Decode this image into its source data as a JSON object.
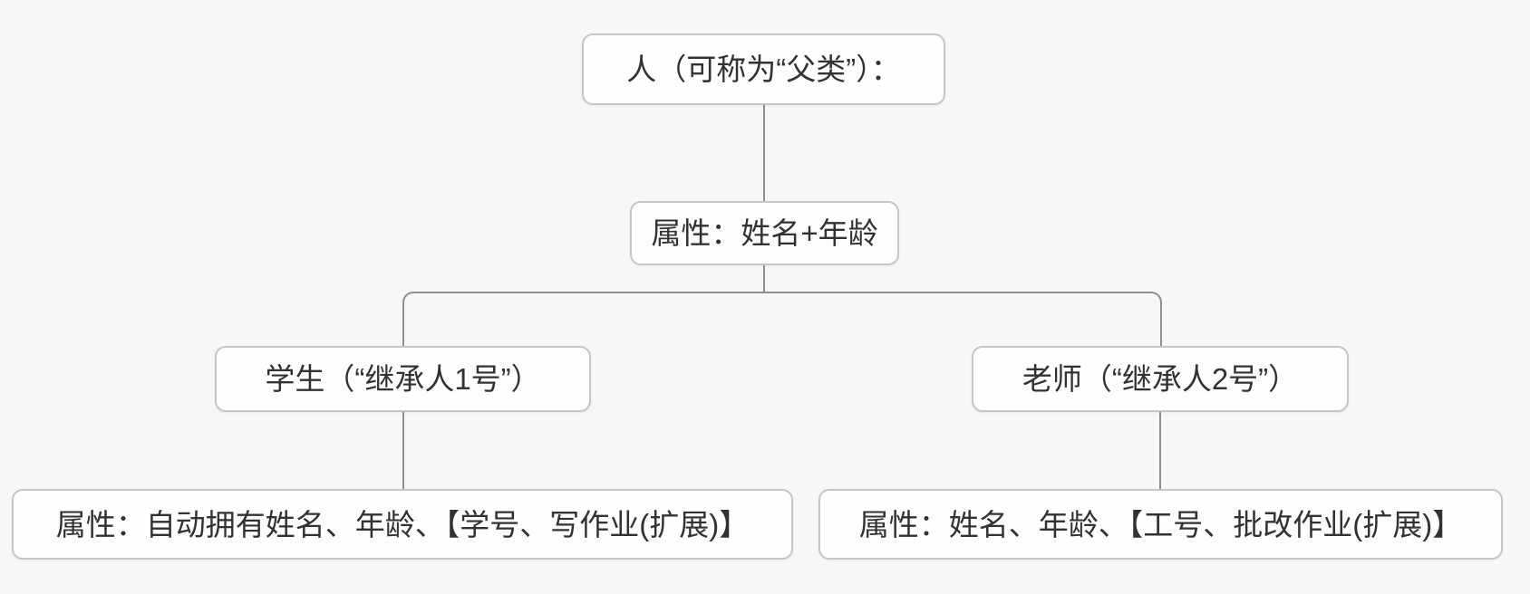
{
  "colors": {
    "canvas_bg": "#f7f7f7",
    "node_bg": "#fefefe",
    "node_border": "#c6c6c6",
    "connector": "#8f8f8f",
    "text": "#323232"
  },
  "diagram": {
    "type": "tree",
    "nodes": {
      "root": {
        "label": "人（可称为“父类”）："
      },
      "root_attrs": {
        "label": "属性：姓名+年龄"
      },
      "student": {
        "label": "学生（“继承人1号”）"
      },
      "teacher": {
        "label": "老师（“继承人2号”）"
      },
      "student_attrs": {
        "label": "属性：自动拥有姓名、年龄、【学号、写作业(扩展)】"
      },
      "teacher_attrs": {
        "label": "属性：姓名、年龄、【工号、批改作业(扩展)】"
      }
    },
    "edges": [
      {
        "from": "root",
        "to": "root_attrs"
      },
      {
        "from": "root_attrs",
        "to": "student"
      },
      {
        "from": "root_attrs",
        "to": "teacher"
      },
      {
        "from": "student",
        "to": "student_attrs"
      },
      {
        "from": "teacher",
        "to": "teacher_attrs"
      }
    ]
  }
}
